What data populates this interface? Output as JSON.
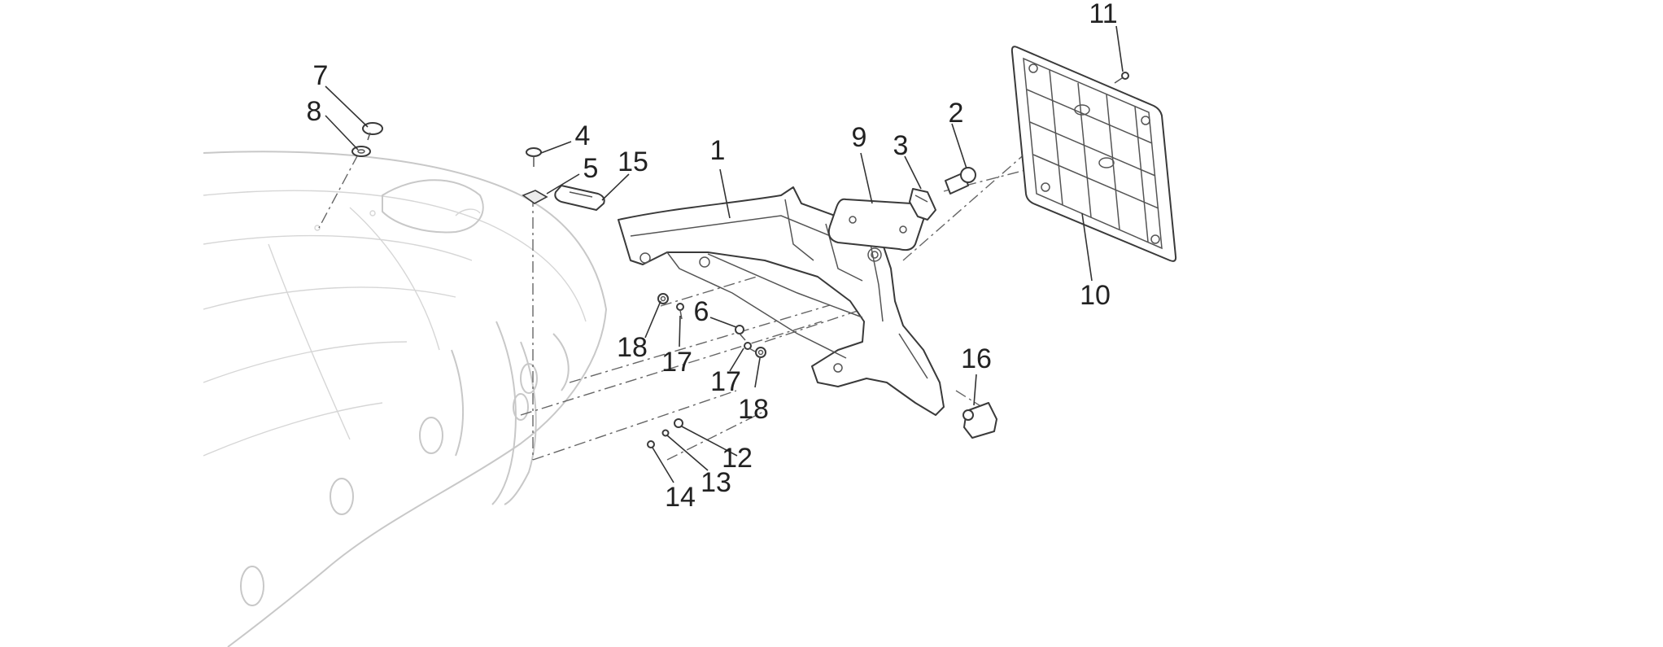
{
  "diagram": {
    "callouts": [
      {
        "id": "c1",
        "label": "1"
      },
      {
        "id": "c2",
        "label": "2"
      },
      {
        "id": "c3",
        "label": "3"
      },
      {
        "id": "c4",
        "label": "4"
      },
      {
        "id": "c5",
        "label": "5"
      },
      {
        "id": "c6",
        "label": "6"
      },
      {
        "id": "c7",
        "label": "7"
      },
      {
        "id": "c8",
        "label": "8"
      },
      {
        "id": "c9",
        "label": "9"
      },
      {
        "id": "c10",
        "label": "10"
      },
      {
        "id": "c11",
        "label": "11"
      },
      {
        "id": "c12",
        "label": "12"
      },
      {
        "id": "c13",
        "label": "13"
      },
      {
        "id": "c14",
        "label": "14"
      },
      {
        "id": "c15",
        "label": "15"
      },
      {
        "id": "c16",
        "label": "16"
      },
      {
        "id": "c17a",
        "label": "17"
      },
      {
        "id": "c17b",
        "label": "17"
      },
      {
        "id": "c18a",
        "label": "18"
      },
      {
        "id": "c18b",
        "label": "18"
      }
    ]
  }
}
